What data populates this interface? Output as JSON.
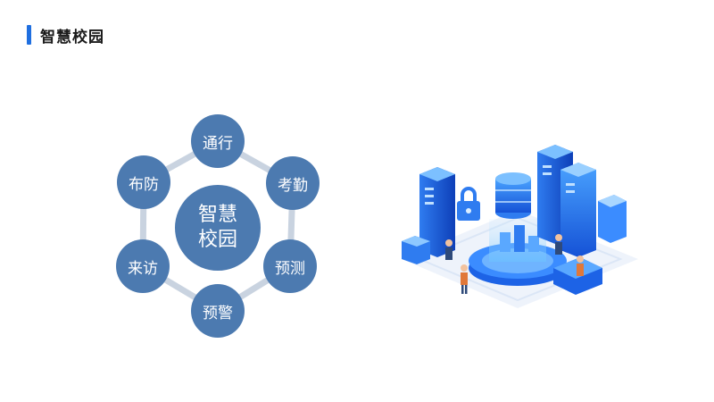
{
  "header": {
    "title": "智慧校园"
  },
  "diagram": {
    "center_line1": "智慧",
    "center_line2": "校园",
    "nodes": [
      {
        "label": "通行"
      },
      {
        "label": "考勤"
      },
      {
        "label": "预测"
      },
      {
        "label": "预警"
      },
      {
        "label": "来访"
      },
      {
        "label": "布防"
      }
    ]
  },
  "colors": {
    "accent": "#1f6fe0",
    "node": "#4c7ab0",
    "ring": "#c9d3e0"
  },
  "illustration": {
    "icon": "isometric-data-center-illustration"
  }
}
